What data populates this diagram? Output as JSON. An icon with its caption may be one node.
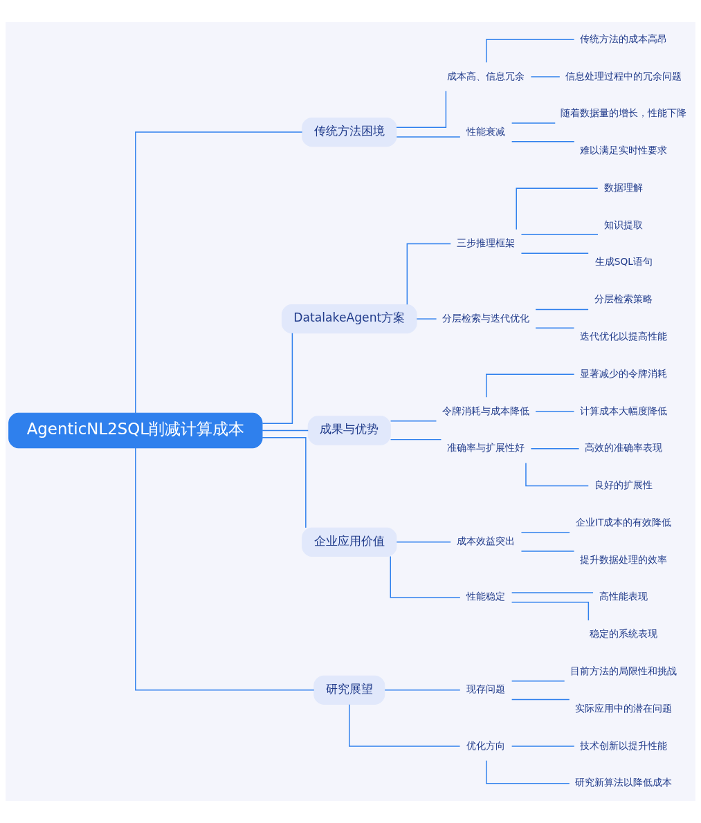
{
  "diagram": {
    "nodes": [
      {
        "text": [
          "AgenticNL2SQL削减计算成本"
        ]
      },
      {
        "text": [
          "传统方法困境"
        ]
      },
      {
        "text": [
          "成本高、信息冗余"
        ]
      },
      {
        "text": [
          "传统方法的成本高昂"
        ]
      },
      {
        "text": [
          "信息处理过程中的冗余问题"
        ]
      },
      {
        "text": [
          "性能衰减"
        ]
      },
      {
        "text": [
          "随着数据量的增长，性能下降"
        ]
      },
      {
        "text": [
          "难以满足实时性要求"
        ]
      },
      {
        "text": [
          "DatalakeAgent方案"
        ]
      },
      {
        "text": [
          "三步推理框架"
        ]
      },
      {
        "text": [
          "数据理解"
        ]
      },
      {
        "text": [
          "知识提取"
        ]
      },
      {
        "text": [
          "生成SQL语句"
        ]
      },
      {
        "text": [
          "分层检索与迭代优化"
        ]
      },
      {
        "text": [
          "分层检索策略"
        ]
      },
      {
        "text": [
          "迭代优化以提高性能"
        ]
      },
      {
        "text": [
          "成果与优势"
        ]
      },
      {
        "text": [
          "令牌消耗与成本降低"
        ]
      },
      {
        "text": [
          "显著减少的令牌消耗"
        ]
      },
      {
        "text": [
          "计算成本大幅度降低"
        ]
      },
      {
        "text": [
          "准确率与扩展性好"
        ]
      },
      {
        "text": [
          "高效的准确率表现"
        ]
      },
      {
        "text": [
          "良好的扩展性"
        ]
      },
      {
        "text": [
          "企业应用价值"
        ]
      },
      {
        "text": [
          "成本效益突出"
        ]
      },
      {
        "text": [
          "企业IT成本的有效降低"
        ]
      },
      {
        "text": [
          "提升数据处理的效率"
        ]
      },
      {
        "text": [
          "性能稳定"
        ]
      },
      {
        "text": [
          "高性能表现"
        ]
      },
      {
        "text": [
          "稳定的系统表现"
        ]
      },
      {
        "text": [
          "研究展望"
        ]
      },
      {
        "text": [
          "现存问题"
        ]
      },
      {
        "text": [
          "目前方法的局限性和挑战"
        ]
      },
      {
        "text": [
          "实际应用中的潜在问题"
        ]
      },
      {
        "text": [
          "优化方向"
        ]
      },
      {
        "text": [
          "技术创新以提升性能"
        ]
      },
      {
        "text": [
          "研究新算法以降低成本"
        ]
      }
    ],
    "edges": [
      {
        "from": 0,
        "to": 1,
        "arrow": "none"
      },
      {
        "from": 1,
        "to": 2,
        "arrow": "none"
      },
      {
        "from": 2,
        "to": 3,
        "arrow": "none"
      },
      {
        "from": 2,
        "to": 4,
        "arrow": "none"
      },
      {
        "from": 1,
        "to": 5,
        "arrow": "none"
      },
      {
        "from": 5,
        "to": 6,
        "arrow": "none"
      },
      {
        "from": 5,
        "to": 7,
        "arrow": "none"
      },
      {
        "from": 0,
        "to": 8,
        "arrow": "none"
      },
      {
        "from": 8,
        "to": 9,
        "arrow": "none"
      },
      {
        "from": 9,
        "to": 10,
        "arrow": "none"
      },
      {
        "from": 9,
        "to": 11,
        "arrow": "none"
      },
      {
        "from": 9,
        "to": 12,
        "arrow": "none"
      },
      {
        "from": 8,
        "to": 13,
        "arrow": "none"
      },
      {
        "from": 13,
        "to": 14,
        "arrow": "none"
      },
      {
        "from": 13,
        "to": 15,
        "arrow": "none"
      },
      {
        "from": 0,
        "to": 16,
        "arrow": "none"
      },
      {
        "from": 16,
        "to": 17,
        "arrow": "none"
      },
      {
        "from": 17,
        "to": 18,
        "arrow": "none"
      },
      {
        "from": 17,
        "to": 19,
        "arrow": "none"
      },
      {
        "from": 16,
        "to": 20,
        "arrow": "none"
      },
      {
        "from": 20,
        "to": 21,
        "arrow": "none"
      },
      {
        "from": 20,
        "to": 22,
        "arrow": "none"
      },
      {
        "from": 0,
        "to": 23,
        "arrow": "none"
      },
      {
        "from": 23,
        "to": 24,
        "arrow": "none"
      },
      {
        "from": 24,
        "to": 25,
        "arrow": "none"
      },
      {
        "from": 24,
        "to": 26,
        "arrow": "none"
      },
      {
        "from": 23,
        "to": 27,
        "arrow": "none"
      },
      {
        "from": 27,
        "to": 28,
        "arrow": "none"
      },
      {
        "from": 27,
        "to": 29,
        "arrow": "none"
      },
      {
        "from": 0,
        "to": 30,
        "arrow": "none"
      },
      {
        "from": 30,
        "to": 31,
        "arrow": "none"
      },
      {
        "from": 31,
        "to": 32,
        "arrow": "none"
      },
      {
        "from": 31,
        "to": 33,
        "arrow": "none"
      },
      {
        "from": 30,
        "to": 34,
        "arrow": "none"
      },
      {
        "from": 34,
        "to": 35,
        "arrow": "none"
      },
      {
        "from": 34,
        "to": 36,
        "arrow": "none"
      }
    ]
  }
}
